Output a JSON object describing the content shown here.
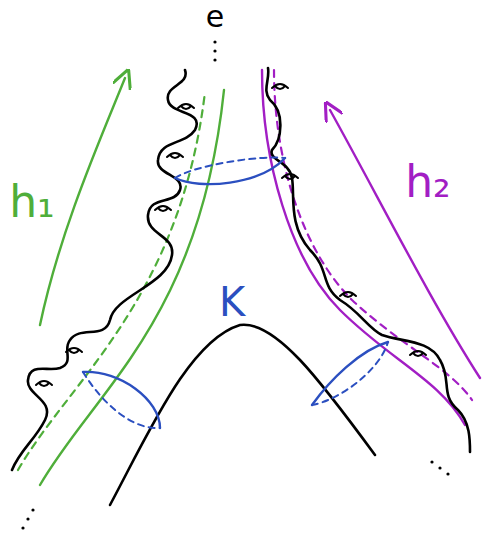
{
  "diagram": {
    "labels": [
      "e",
      "h₁",
      "h₂",
      "K"
    ]
  }
}
